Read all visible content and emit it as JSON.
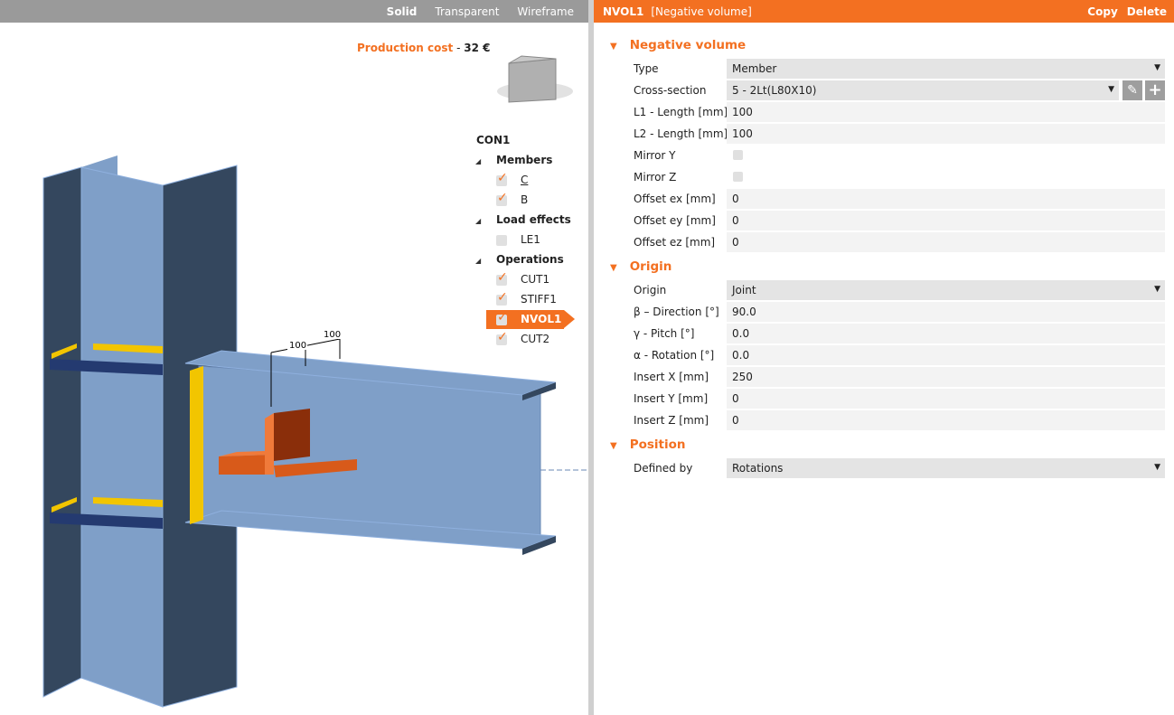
{
  "viewer": {
    "modes": [
      "Solid",
      "Transparent",
      "Wireframe"
    ],
    "active_mode": "Solid",
    "production_cost_label": "Production cost",
    "production_cost_sep": "-",
    "production_cost_value": "32 €",
    "dimensions": [
      "100",
      "100"
    ]
  },
  "tree": {
    "root": "CON1",
    "groups": [
      {
        "label": "Members",
        "items": [
          {
            "label": "C",
            "checked": true
          },
          {
            "label": "B",
            "checked": true
          }
        ]
      },
      {
        "label": "Load effects",
        "items": [
          {
            "label": "LE1",
            "checked": false
          }
        ]
      },
      {
        "label": "Operations",
        "items": [
          {
            "label": "CUT1",
            "checked": true
          },
          {
            "label": "STIFF1",
            "checked": true
          },
          {
            "label": "NVOL1",
            "checked": true,
            "selected": true
          },
          {
            "label": "CUT2",
            "checked": true
          }
        ]
      }
    ]
  },
  "panel": {
    "title": "NVOL1",
    "subtitle": "[Negative volume]",
    "copy": "Copy",
    "delete": "Delete",
    "sections": [
      {
        "title": "Negative volume",
        "rows": [
          {
            "label": "Type",
            "value": "Member",
            "kind": "dropdown"
          },
          {
            "label": "Cross-section",
            "value": "5 - 2Lt(L80X10)",
            "kind": "dropdown-buttons"
          },
          {
            "label": "L1 - Length [mm]",
            "value": "100"
          },
          {
            "label": "L2 - Length [mm]",
            "value": "100"
          },
          {
            "label": "Mirror Y",
            "kind": "checkbox",
            "checked": false
          },
          {
            "label": "Mirror Z",
            "kind": "checkbox",
            "checked": false
          },
          {
            "label": "Offset ex [mm]",
            "value": "0"
          },
          {
            "label": "Offset ey [mm]",
            "value": "0"
          },
          {
            "label": "Offset ez [mm]",
            "value": "0"
          }
        ]
      },
      {
        "title": "Origin",
        "rows": [
          {
            "label": "Origin",
            "value": "Joint",
            "kind": "dropdown"
          },
          {
            "label": "β – Direction [°]",
            "value": "90.0"
          },
          {
            "label": "γ - Pitch [°]",
            "value": "0.0"
          },
          {
            "label": "α - Rotation [°]",
            "value": "0.0"
          },
          {
            "label": "Insert X [mm]",
            "value": "250"
          },
          {
            "label": "Insert Y [mm]",
            "value": "0"
          },
          {
            "label": "Insert Z [mm]",
            "value": "0"
          }
        ]
      },
      {
        "title": "Position",
        "rows": [
          {
            "label": "Defined by",
            "value": "Rotations",
            "kind": "dropdown"
          }
        ]
      }
    ]
  },
  "colors": {
    "accent": "#f37021",
    "steel": "#7f9fc8",
    "steel_dark": "#34475e"
  }
}
